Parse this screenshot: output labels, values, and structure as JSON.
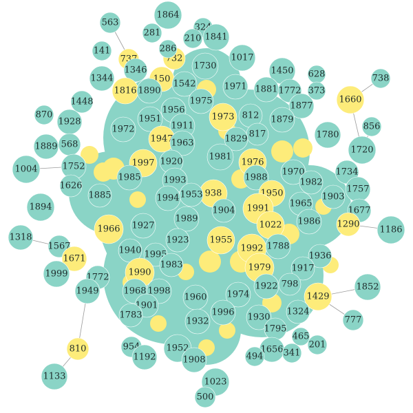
{
  "colors": {
    "teal": "#8ad4c6",
    "yellow": "#fdec7a",
    "edge": "#9a9a9a",
    "label": "#1e2a2a"
  },
  "graph": {
    "nodes": [
      {
        "id": "563",
        "c": "teal"
      },
      {
        "id": "1864",
        "c": "teal"
      },
      {
        "id": "281",
        "c": "teal"
      },
      {
        "id": "324",
        "c": "teal"
      },
      {
        "id": "210",
        "c": "teal"
      },
      {
        "id": "1841",
        "c": "teal"
      },
      {
        "id": "141",
        "c": "teal"
      },
      {
        "id": "737",
        "c": "yellow"
      },
      {
        "id": "732",
        "c": "yellow"
      },
      {
        "id": "286",
        "c": "teal"
      },
      {
        "id": "1017",
        "c": "teal"
      },
      {
        "id": "1346",
        "c": "teal"
      },
      {
        "id": "1730",
        "c": "teal"
      },
      {
        "id": "1450",
        "c": "teal"
      },
      {
        "id": "628",
        "c": "teal"
      },
      {
        "id": "738",
        "c": "teal"
      },
      {
        "id": "1344",
        "c": "teal"
      },
      {
        "id": "150",
        "c": "yellow"
      },
      {
        "id": "1542",
        "c": "teal"
      },
      {
        "id": "1971",
        "c": "teal"
      },
      {
        "id": "1881",
        "c": "teal"
      },
      {
        "id": "1772",
        "c": "teal"
      },
      {
        "id": "373",
        "c": "teal"
      },
      {
        "id": "1816",
        "c": "yellow"
      },
      {
        "id": "1890",
        "c": "teal"
      },
      {
        "id": "1975",
        "c": "teal"
      },
      {
        "id": "1660",
        "c": "yellow"
      },
      {
        "id": "1448",
        "c": "teal"
      },
      {
        "id": "1877",
        "c": "teal"
      },
      {
        "id": "870",
        "c": "teal"
      },
      {
        "id": "1956",
        "c": "teal"
      },
      {
        "id": "1973",
        "c": "yellow"
      },
      {
        "id": "812",
        "c": "teal"
      },
      {
        "id": "1879",
        "c": "teal"
      },
      {
        "id": "1928",
        "c": "teal"
      },
      {
        "id": "1951",
        "c": "teal"
      },
      {
        "id": "1911",
        "c": "teal"
      },
      {
        "id": "856",
        "c": "teal"
      },
      {
        "id": "1972",
        "c": "teal"
      },
      {
        "id": "817",
        "c": "teal"
      },
      {
        "id": "1780",
        "c": "teal"
      },
      {
        "id": "1889",
        "c": "teal"
      },
      {
        "id": "568",
        "c": "teal"
      },
      {
        "id": "1947",
        "c": "yellow"
      },
      {
        "id": "1963",
        "c": "teal"
      },
      {
        "id": "1829",
        "c": "teal"
      },
      {
        "id": "1720",
        "c": "teal"
      },
      {
        "id": "1981",
        "c": "teal"
      },
      {
        "id": "1976",
        "c": "yellow"
      },
      {
        "id": "1997",
        "c": "yellow"
      },
      {
        "id": "1920",
        "c": "teal"
      },
      {
        "id": "1004",
        "c": "teal"
      },
      {
        "id": "1752",
        "c": "teal"
      },
      {
        "id": "1734",
        "c": "teal"
      },
      {
        "id": "1985",
        "c": "teal"
      },
      {
        "id": "1993",
        "c": "teal"
      },
      {
        "id": "1988",
        "c": "teal"
      },
      {
        "id": "1970",
        "c": "teal"
      },
      {
        "id": "1982",
        "c": "teal"
      },
      {
        "id": "938",
        "c": "yellow"
      },
      {
        "id": "1950",
        "c": "yellow"
      },
      {
        "id": "1757",
        "c": "teal"
      },
      {
        "id": "1626",
        "c": "teal"
      },
      {
        "id": "1885",
        "c": "teal"
      },
      {
        "id": "1953",
        "c": "teal"
      },
      {
        "id": "1994",
        "c": "teal"
      },
      {
        "id": "1903",
        "c": "teal"
      },
      {
        "id": "1894",
        "c": "teal"
      },
      {
        "id": "1991",
        "c": "yellow"
      },
      {
        "id": "1965",
        "c": "teal"
      },
      {
        "id": "1677",
        "c": "teal"
      },
      {
        "id": "1904",
        "c": "teal"
      },
      {
        "id": "1989",
        "c": "teal"
      },
      {
        "id": "1986",
        "c": "teal"
      },
      {
        "id": "1022",
        "c": "yellow"
      },
      {
        "id": "1290",
        "c": "yellow"
      },
      {
        "id": "1186",
        "c": "teal"
      },
      {
        "id": "1966",
        "c": "yellow"
      },
      {
        "id": "1927",
        "c": "teal"
      },
      {
        "id": "1318",
        "c": "teal"
      },
      {
        "id": "1923",
        "c": "teal"
      },
      {
        "id": "1955",
        "c": "yellow"
      },
      {
        "id": "1567",
        "c": "teal"
      },
      {
        "id": "1992",
        "c": "yellow"
      },
      {
        "id": "1788",
        "c": "teal"
      },
      {
        "id": "1940",
        "c": "teal"
      },
      {
        "id": "1995",
        "c": "teal"
      },
      {
        "id": "1936",
        "c": "teal"
      },
      {
        "id": "1671",
        "c": "yellow"
      },
      {
        "id": "1983",
        "c": "teal"
      },
      {
        "id": "1979",
        "c": "yellow"
      },
      {
        "id": "1999",
        "c": "teal"
      },
      {
        "id": "1990",
        "c": "yellow"
      },
      {
        "id": "1917",
        "c": "teal"
      },
      {
        "id": "1772b",
        "c": "teal",
        "label": "1772"
      },
      {
        "id": "1922",
        "c": "teal"
      },
      {
        "id": "798",
        "c": "teal"
      },
      {
        "id": "1852",
        "c": "teal"
      },
      {
        "id": "1949",
        "c": "teal"
      },
      {
        "id": "1968",
        "c": "teal"
      },
      {
        "id": "1998",
        "c": "teal"
      },
      {
        "id": "1974",
        "c": "teal"
      },
      {
        "id": "1429",
        "c": "yellow"
      },
      {
        "id": "1960",
        "c": "teal"
      },
      {
        "id": "1901",
        "c": "teal"
      },
      {
        "id": "1324",
        "c": "teal"
      },
      {
        "id": "1996",
        "c": "teal"
      },
      {
        "id": "777",
        "c": "teal"
      },
      {
        "id": "1930",
        "c": "teal"
      },
      {
        "id": "1783",
        "c": "teal"
      },
      {
        "id": "1932",
        "c": "teal"
      },
      {
        "id": "1795",
        "c": "teal"
      },
      {
        "id": "465",
        "c": "teal"
      },
      {
        "id": "201",
        "c": "teal"
      },
      {
        "id": "810",
        "c": "yellow"
      },
      {
        "id": "954",
        "c": "teal"
      },
      {
        "id": "1952",
        "c": "teal"
      },
      {
        "id": "1656",
        "c": "teal"
      },
      {
        "id": "341",
        "c": "teal"
      },
      {
        "id": "1192",
        "c": "teal"
      },
      {
        "id": "494",
        "c": "teal"
      },
      {
        "id": "1908",
        "c": "teal"
      },
      {
        "id": "1133",
        "c": "teal"
      },
      {
        "id": "1023",
        "c": "teal"
      },
      {
        "id": "500",
        "c": "teal"
      }
    ],
    "edges": [
      [
        "563",
        "1346"
      ],
      [
        "738",
        "1660"
      ],
      [
        "1660",
        "1720"
      ],
      [
        "856",
        "1720"
      ],
      [
        "1852",
        "1429"
      ],
      [
        "777",
        "1429"
      ],
      [
        "1186",
        "1290"
      ],
      [
        "1133",
        "810"
      ],
      [
        "810",
        "1949"
      ],
      [
        "500",
        "1023"
      ],
      [
        "628",
        "373"
      ],
      [
        "1318",
        "1567"
      ],
      [
        "1004",
        "1752"
      ]
    ]
  }
}
